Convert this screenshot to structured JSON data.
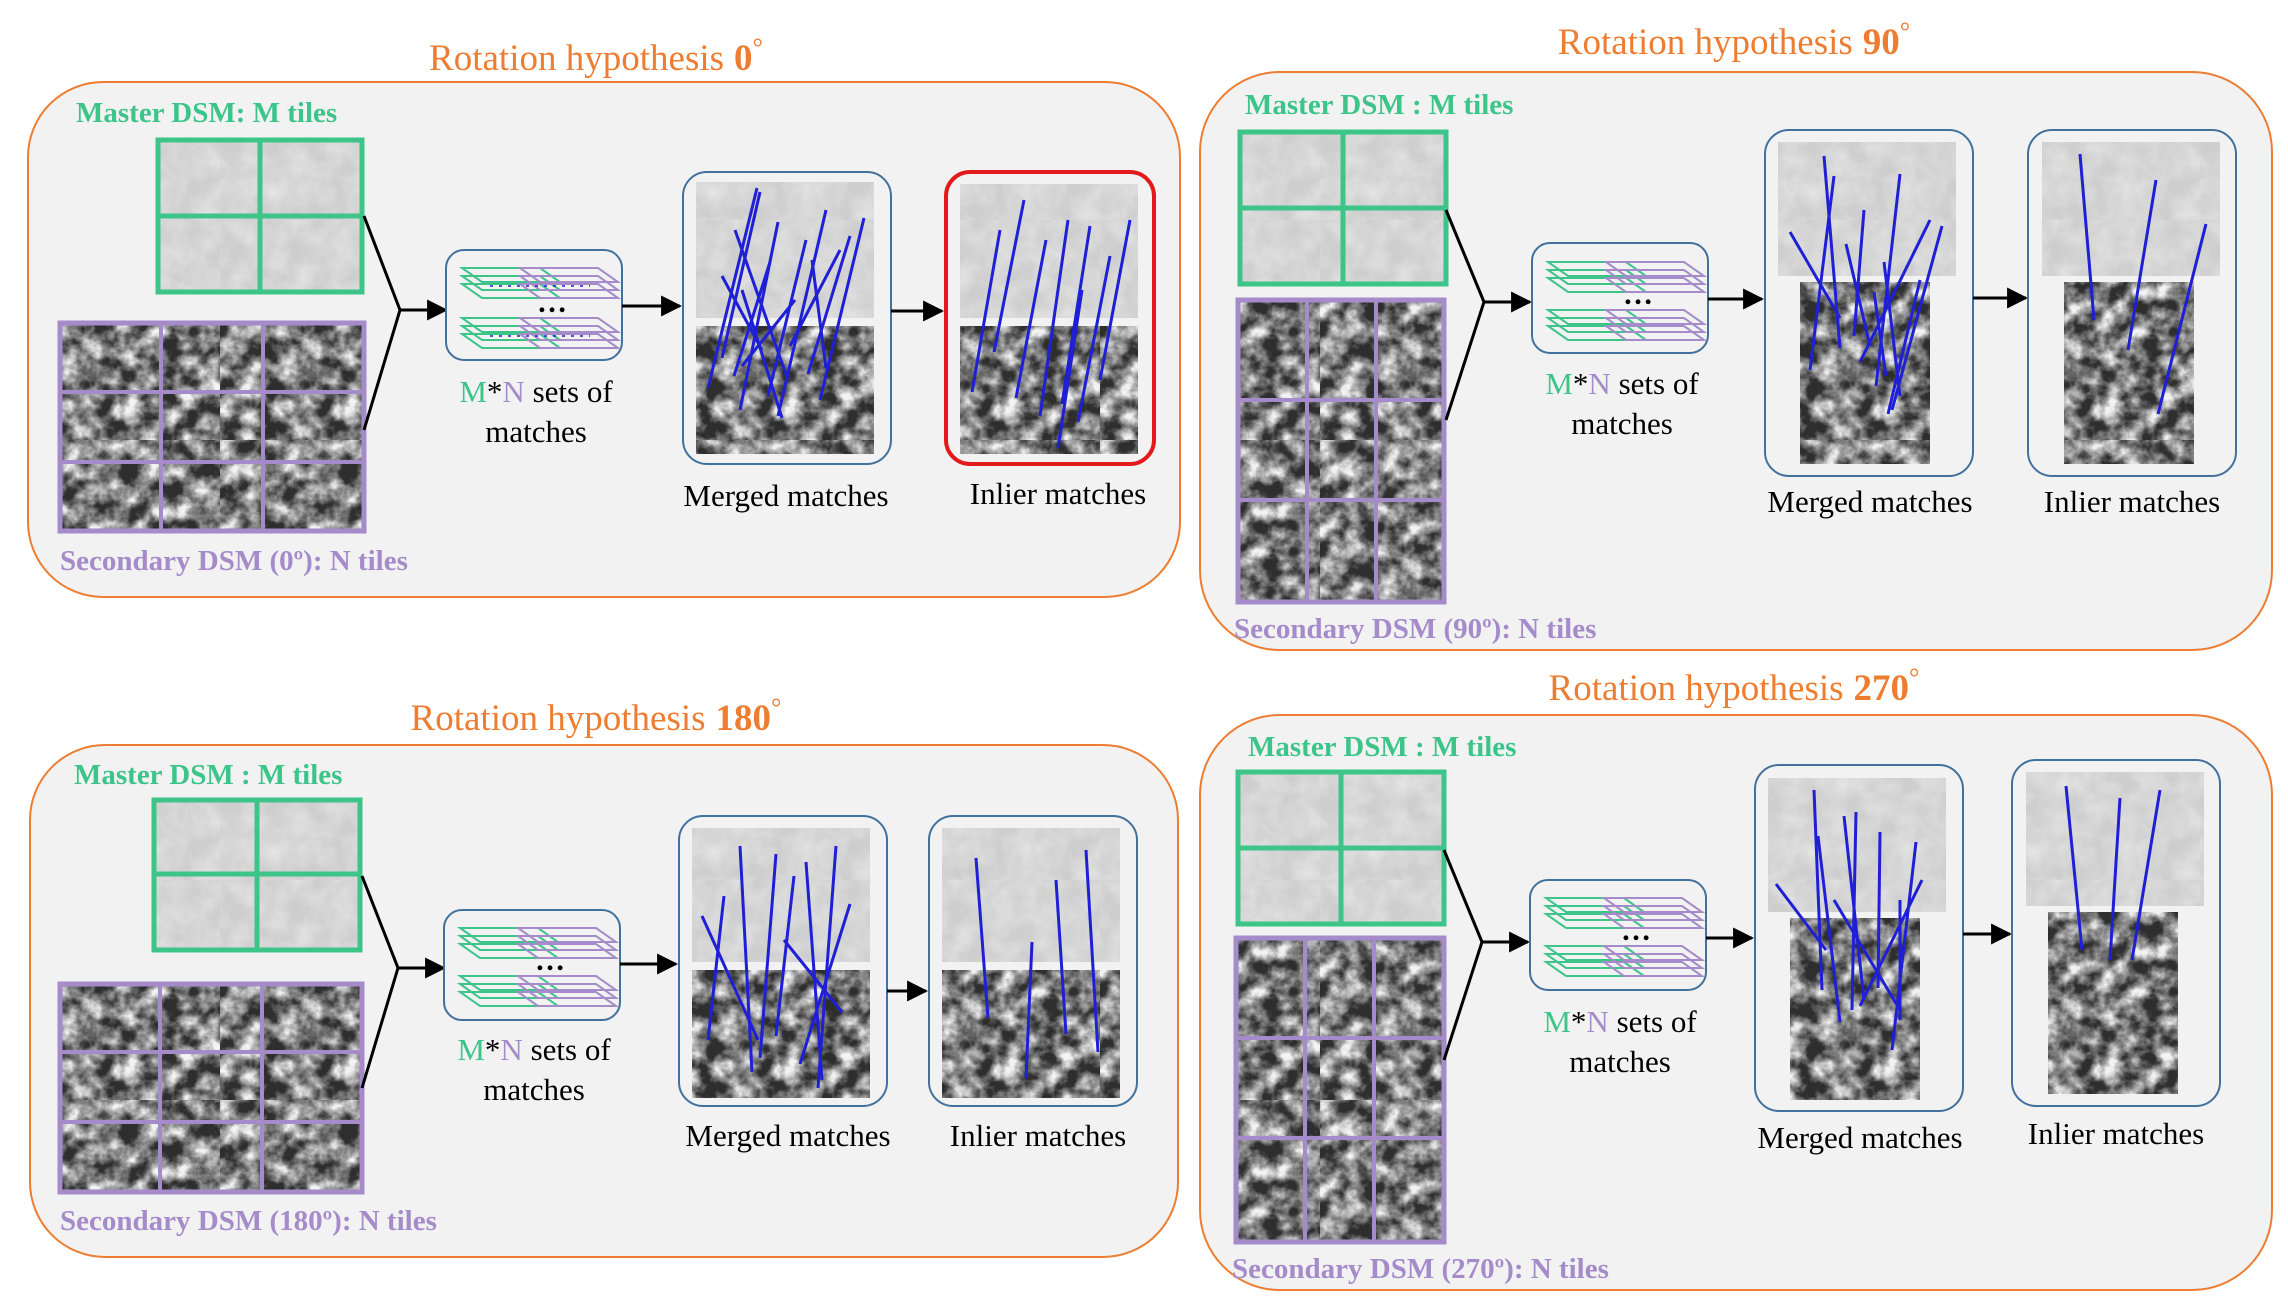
{
  "panels": [
    {
      "title_prefix": "Rotation hypothesis",
      "angle": "0",
      "degree": "°",
      "master_label": "Master DSM: M tiles",
      "secondary_label": "Secondary DSM (0º): N tiles",
      "sets_line1_m": "M",
      "sets_line1_star": "*",
      "sets_line1_n": "N",
      "sets_line1_rest": " sets of",
      "sets_line2": "matches",
      "dots": "…",
      "merged_label": "Merged matches",
      "inlier_label": "Inlier matches",
      "highlighted": true
    },
    {
      "title_prefix": "Rotation hypothesis",
      "angle": "90",
      "degree": "°",
      "master_label": "Master DSM : M tiles",
      "secondary_label": "Secondary DSM (90º): N tiles",
      "sets_line1_m": "M",
      "sets_line1_star": "*",
      "sets_line1_n": "N",
      "sets_line1_rest": " sets of",
      "sets_line2": "matches",
      "dots": "…",
      "merged_label": "Merged matches",
      "inlier_label": "Inlier matches",
      "highlighted": false
    },
    {
      "title_prefix": "Rotation hypothesis",
      "angle": "180",
      "degree": "°",
      "master_label": "Master DSM : M tiles",
      "secondary_label": "Secondary DSM (180º): N tiles",
      "sets_line1_m": "M",
      "sets_line1_star": "*",
      "sets_line1_n": "N",
      "sets_line1_rest": " sets of",
      "sets_line2": "matches",
      "dots": "…",
      "merged_label": "Merged matches",
      "inlier_label": "Inlier matches",
      "highlighted": false
    },
    {
      "title_prefix": "Rotation hypothesis",
      "angle": "270",
      "degree": "°",
      "master_label": "Master DSM : M tiles",
      "secondary_label": "Secondary DSM (270º): N tiles",
      "sets_line1_m": "M",
      "sets_line1_star": "*",
      "sets_line1_n": "N",
      "sets_line1_rest": " sets of",
      "sets_line2": "matches",
      "dots": "…",
      "merged_label": "Merged matches",
      "inlier_label": "Inlier matches",
      "highlighted": false
    }
  ],
  "colors": {
    "title": "#ED7D31",
    "panel_border": "#ED7D31",
    "panel_fill": "#F2F2F2",
    "master": "#3CC489",
    "secondary": "#A58BC9",
    "match_line": "#1F1FD6",
    "box_border": "#41719C",
    "highlight": "#E31A1C"
  }
}
